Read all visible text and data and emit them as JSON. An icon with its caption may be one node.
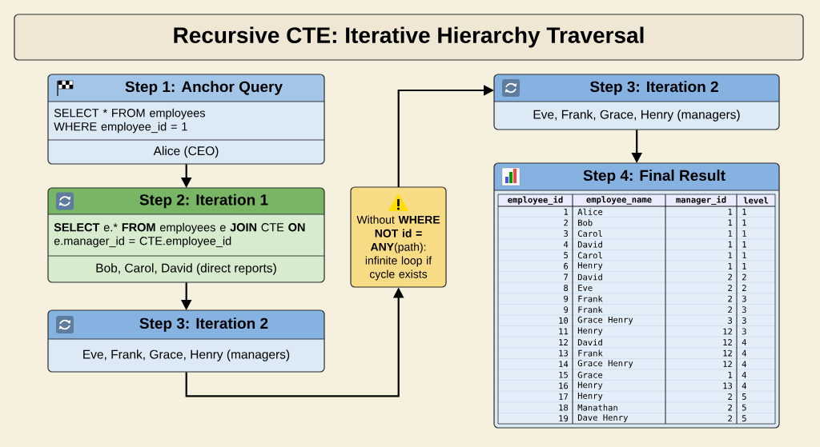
{
  "diagram": {
    "title": "Recursive CTE: Iterative Hierarchy Traversal",
    "nodes": [
      {
        "text": [
          "Step 1: Anchor Query",
          "SELECT * FROM employees WHERE employee_id = 1",
          "Alice (CEO)"
        ]
      },
      {
        "text": [
          "Step 2: Iteration 1",
          "**SELECT** e.* **FROM** employees e **JOIN** CTE **ON** e.manager_id = CTE.employee_id",
          "Bob, Carol, David (direct reports)"
        ]
      },
      {
        "text": [
          "Step 3: Iteration 2",
          "Eve, Frank, Grace, Henry (managers)"
        ]
      },
      {
        "text": [
          "Without **WHERE NOT id = ANY**(path): infinite loop if cycle exists"
        ]
      },
      {
        "text": [
          "Step 3: Iteration 2",
          "Eve, Frank, Grace, Henry (managers)"
        ]
      },
      {
        "text": [
          "Step 4: Final Result"
        ]
      }
    ],
    "edges": [
      {
        "from": 0,
        "to": 1,
        "arrow": "to"
      },
      {
        "from": 1,
        "to": 2,
        "arrow": "to"
      },
      {
        "from": 2,
        "to": 3,
        "arrow": "to"
      },
      {
        "from": 3,
        "to": 4,
        "arrow": "to"
      },
      {
        "from": 4,
        "to": 5,
        "arrow": "to"
      }
    ],
    "labels": [
      "employee_id",
      "employee_name",
      "manager_id",
      "level",
      "1",
      "Alice",
      "1",
      "1",
      "2",
      "Bob",
      "1",
      "1",
      "3",
      "Carol",
      "1",
      "1",
      "4",
      "David",
      "1",
      "1",
      "5",
      "Carol",
      "1",
      "1",
      "6",
      "Henry",
      "1",
      "1",
      "7",
      "David",
      "2",
      "2",
      "8",
      "Eve",
      "2",
      "2",
      "9",
      "Frank",
      "2",
      "3",
      "9",
      "Frank",
      "2",
      "3",
      "10",
      "Grace Henry",
      "3",
      "3",
      "11",
      "Henry",
      "12",
      "3",
      "12",
      "David",
      "12",
      "4",
      "13",
      "Frank",
      "12",
      "4",
      "14",
      "Grace Henry",
      "12",
      "4",
      "15",
      "Grace",
      "1",
      "4",
      "16",
      "Henry",
      "13",
      "4",
      "17",
      "Henry",
      "2",
      "5",
      "18",
      "Manathan",
      "2",
      "5",
      "19",
      "Dave Henry",
      "2",
      "5"
    ]
  }
}
